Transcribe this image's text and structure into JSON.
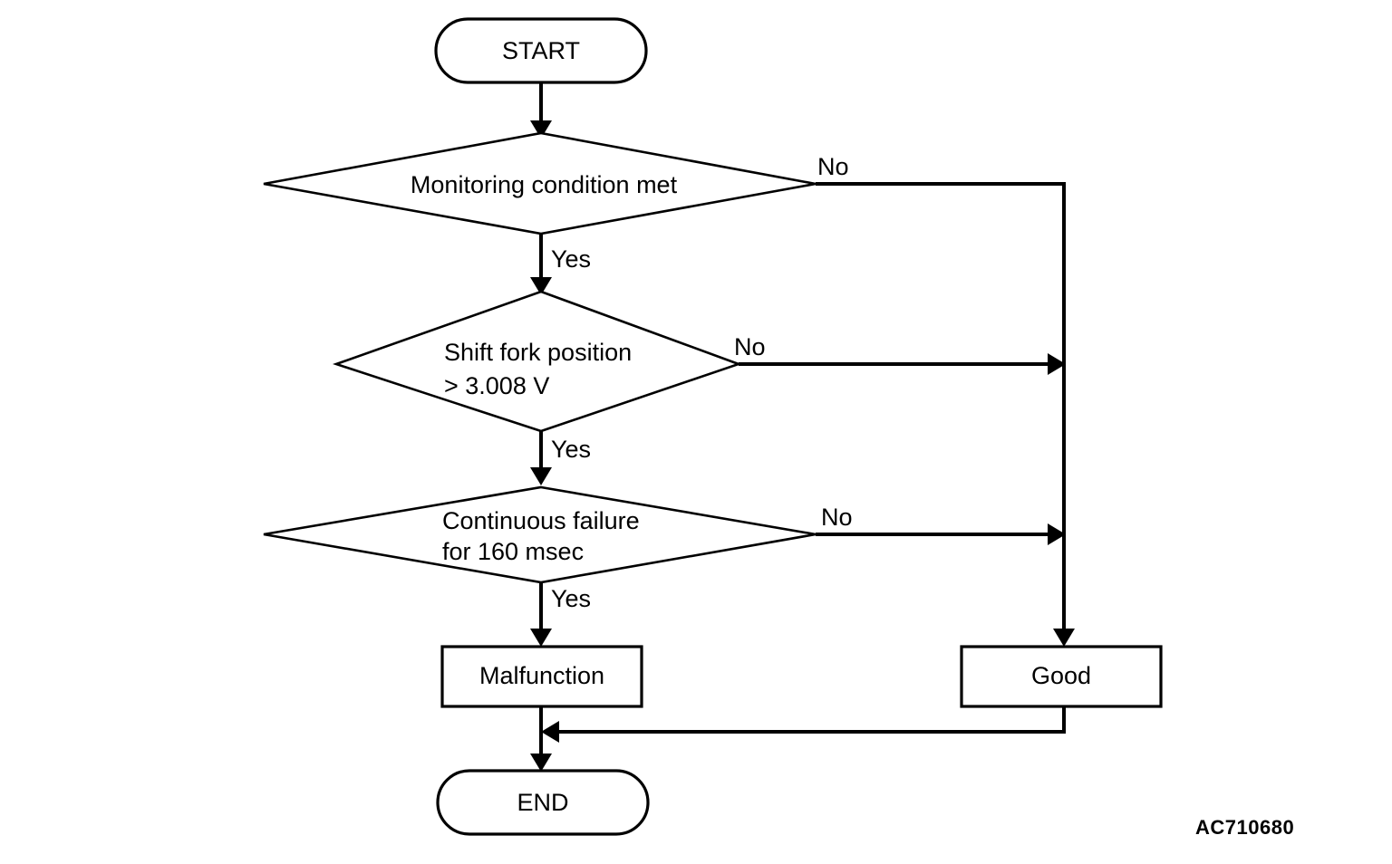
{
  "diagram": {
    "type": "flowchart",
    "title_code": "AC710680",
    "background_color": "#ffffff",
    "line_color": "#000000",
    "nodes": [
      {
        "id": "start",
        "kind": "terminator",
        "label": "START"
      },
      {
        "id": "cond1",
        "kind": "decision",
        "label": "Monitoring condition met"
      },
      {
        "id": "cond2",
        "kind": "decision",
        "label_line1": "Shift fork position",
        "label_line2": "> 3.008 V"
      },
      {
        "id": "cond3",
        "kind": "decision",
        "label_line1": "Continuous failure",
        "label_line2": "for 160 msec"
      },
      {
        "id": "malfunction",
        "kind": "process",
        "label": "Malfunction"
      },
      {
        "id": "good",
        "kind": "process",
        "label": "Good"
      },
      {
        "id": "end",
        "kind": "terminator",
        "label": "END"
      }
    ],
    "branch_labels": {
      "cond1_no": "No",
      "cond1_yes": "Yes",
      "cond2_no": "No",
      "cond2_yes": "Yes",
      "cond3_no": "No",
      "cond3_yes": "Yes"
    }
  }
}
